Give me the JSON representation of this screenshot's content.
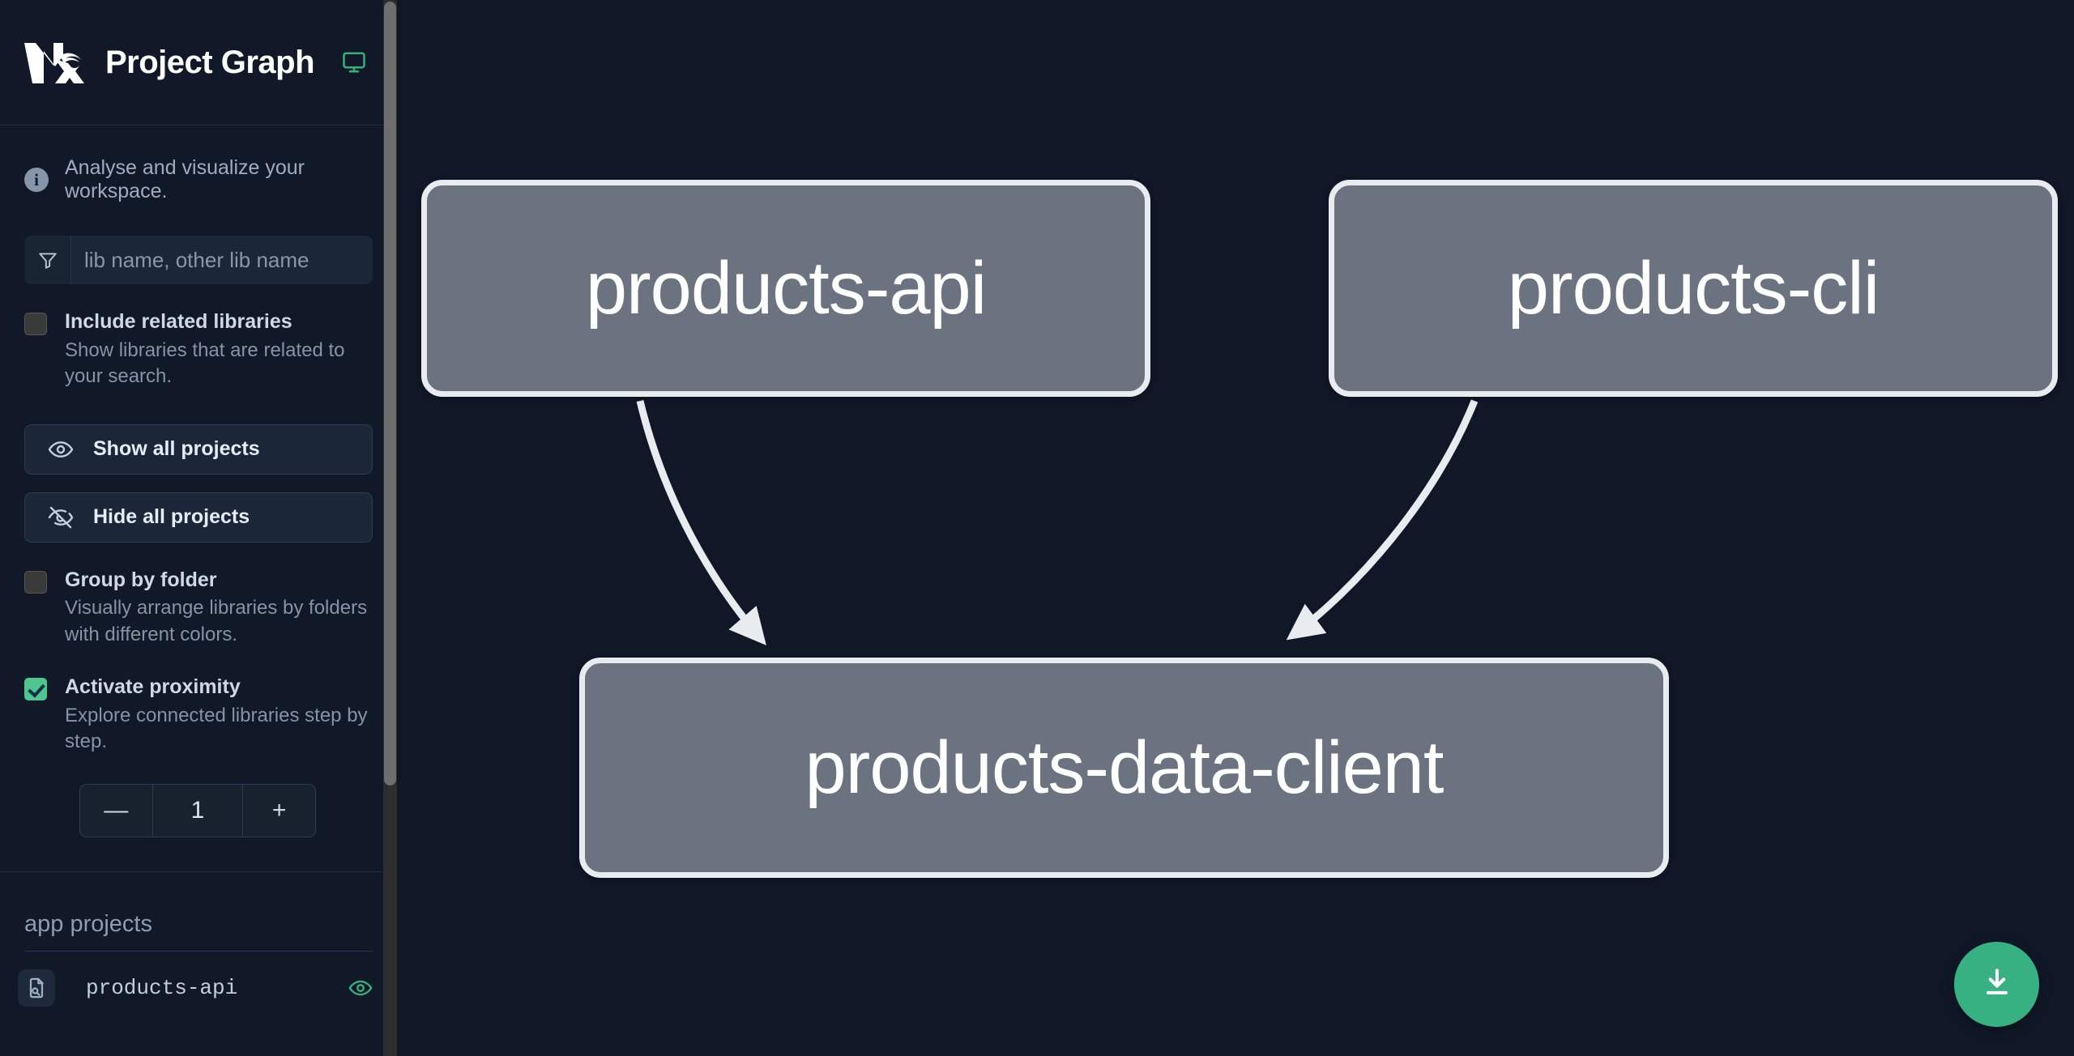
{
  "app": {
    "title": "Project Graph",
    "logo_icon": "nx-logo",
    "display_mode_icon": "monitor-icon"
  },
  "sidebar": {
    "info": {
      "icon": "info-icon",
      "text": "Analyse and visualize your workspace."
    },
    "search": {
      "icon": "filter-icon",
      "value": "",
      "placeholder": "lib name, other lib name"
    },
    "options": [
      {
        "id": "include-related-libraries",
        "label": "Include related libraries",
        "description": "Show libraries that are related to your search.",
        "checked": false
      },
      {
        "id": "group-by-folder",
        "label": "Group by folder",
        "description": "Visually arrange libraries by folders with different colors.",
        "checked": false
      },
      {
        "id": "activate-proximity",
        "label": "Activate proximity",
        "description": "Explore connected libraries step by step.",
        "checked": true
      }
    ],
    "buttons": [
      {
        "id": "show-all-projects",
        "label": "Show all projects",
        "icon": "eye-icon"
      },
      {
        "id": "hide-all-projects",
        "label": "Hide all projects",
        "icon": "eye-off-icon"
      }
    ],
    "proximity_stepper": {
      "decrement_label": "—",
      "value": "1",
      "increment_label": "+"
    },
    "project_groups": [
      {
        "title": "app projects",
        "projects": [
          {
            "name": "products-api",
            "badge_icon": "project-file-icon",
            "visibility_icon": "eye-icon",
            "visible": true
          }
        ]
      }
    ]
  },
  "graph": {
    "nodes": [
      {
        "id": "products-api",
        "label": "products-api"
      },
      {
        "id": "products-cli",
        "label": "products-cli"
      },
      {
        "id": "products-data-client",
        "label": "products-data-client"
      }
    ],
    "edges": [
      {
        "from": "products-api",
        "to": "products-data-client"
      },
      {
        "from": "products-cli",
        "to": "products-data-client"
      }
    ],
    "download_button": {
      "icon": "download-icon",
      "color": "#37b182"
    }
  },
  "colors": {
    "accent_green": "#37b182",
    "sidebar_bg": "#111827",
    "canvas_bg": "#101828",
    "node_fill": "#6b7280",
    "node_border": "#e9ecef",
    "edge": "#e9ecef"
  }
}
